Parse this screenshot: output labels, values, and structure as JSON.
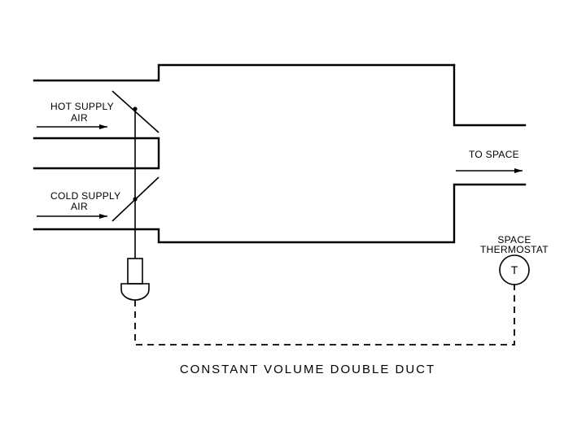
{
  "labels": {
    "hot_supply_line1": "HOT SUPPLY",
    "hot_supply_line2": "AIR",
    "cold_supply_line1": "COLD SUPPLY",
    "cold_supply_line2": "AIR",
    "to_space": "TO SPACE",
    "thermostat_line1": "SPACE",
    "thermostat_line2": "THERMOSTAT",
    "thermostat_symbol": "T"
  },
  "caption": "CONSTANT VOLUME DOUBLE DUCT",
  "colors": {
    "line": "#000000",
    "background": "#ffffff"
  }
}
